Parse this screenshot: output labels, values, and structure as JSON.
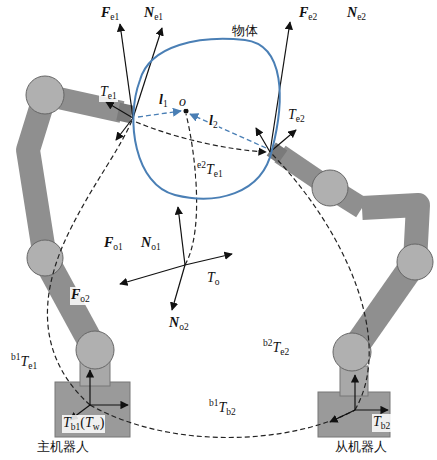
{
  "diagram": {
    "nodes": [
      {
        "text": [
          "物体"
        ]
      }
    ],
    "labels": [
      "Fe1",
      "Ne1",
      "Fe2",
      "Ne2",
      "Te1",
      "l1",
      "o",
      "l2",
      "Te2",
      "e2Te1",
      "Fo1",
      "No1",
      "To",
      "Fo2",
      "No2",
      "b1Te1",
      "b2Te2",
      "Tb1(Tw)",
      "b1Tb2",
      "Tb2",
      "主机器人",
      "从机器人"
    ]
  }
}
